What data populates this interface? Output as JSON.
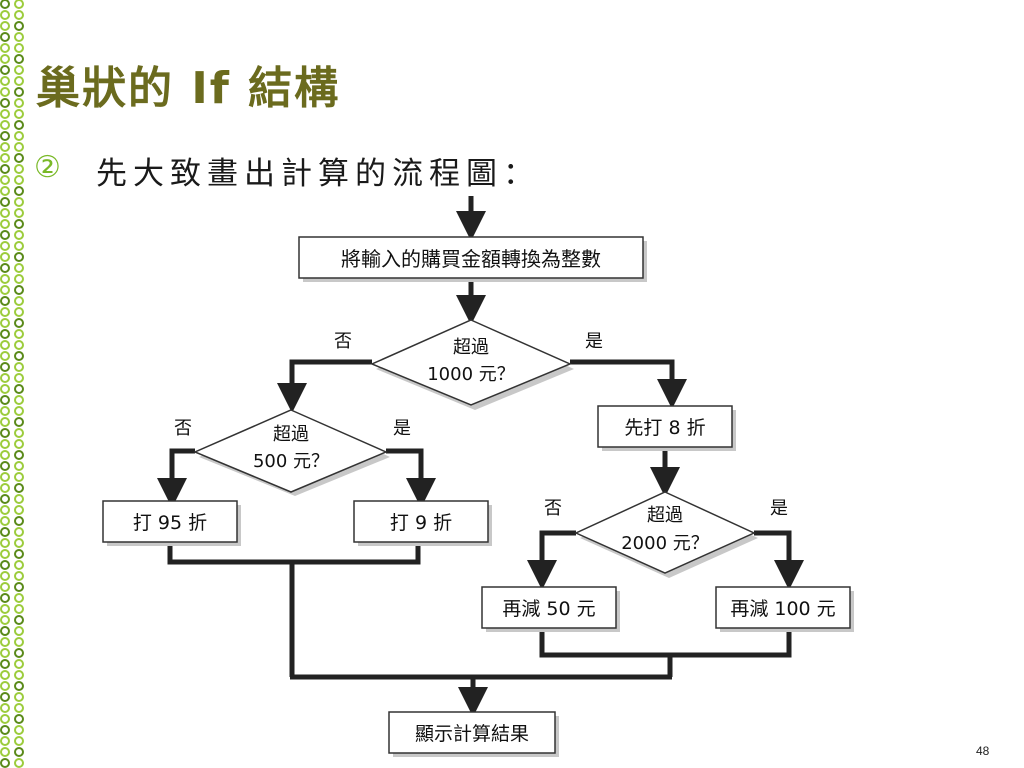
{
  "slide": {
    "title": "巢狀的 If 結構",
    "bullet": "②",
    "subtitle": "先大致畫出計算的流程圖：",
    "page_number": "48"
  },
  "flow": {
    "start": "將輸入的購買金額轉換為整數",
    "decision_1000": [
      "超過",
      "1000 元？"
    ],
    "decision_500": [
      "超過",
      "500 元？"
    ],
    "decision_2000": [
      "超過",
      "2000 元？"
    ],
    "discount_8": "先打 8 折",
    "discount_95": "打 95 折",
    "discount_9": "打 9 折",
    "minus_50": "再減 50 元",
    "minus_100": "再減 100 元",
    "result": "顯示計算結果",
    "yes": "是",
    "no": "否"
  },
  "colors": {
    "title": "#6b6b1e",
    "bullet": "#7ab928",
    "deco_green": "#9ccc3c",
    "deco_dark": "#5a8a1a"
  }
}
